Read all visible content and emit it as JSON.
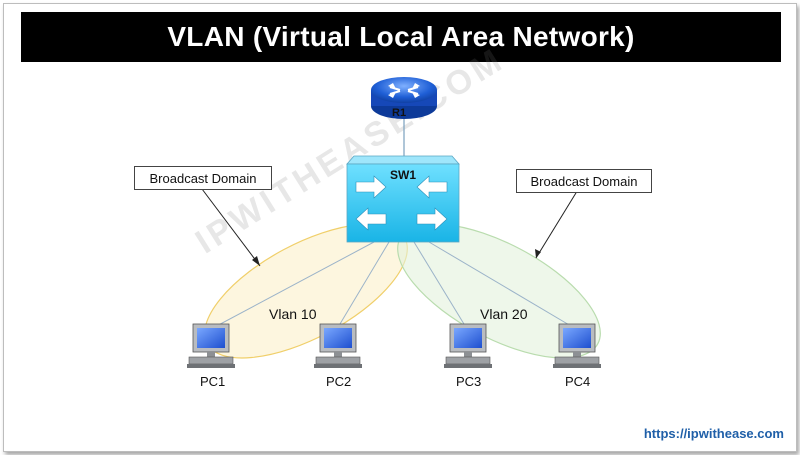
{
  "title": "VLAN (Virtual Local Area Network)",
  "router": {
    "label": "R1",
    "icon": "router-icon"
  },
  "switch": {
    "label": "SW1",
    "icon": "switch-icon",
    "color": "#29c6f2"
  },
  "broadcast_domains": [
    {
      "label": "Broadcast Domain"
    },
    {
      "label": "Broadcast Domain"
    }
  ],
  "vlans": [
    {
      "label": "Vlan 10",
      "color": "#f5dc8f"
    },
    {
      "label": "Vlan 20",
      "color": "#cfe8c8"
    }
  ],
  "pcs": [
    {
      "label": "PC1",
      "icon": "computer-icon"
    },
    {
      "label": "PC2",
      "icon": "computer-icon"
    },
    {
      "label": "PC3",
      "icon": "computer-icon"
    },
    {
      "label": "PC4",
      "icon": "computer-icon"
    }
  ],
  "watermark": "IPWITHEASE.COM",
  "url": "https://ipwithease.com"
}
